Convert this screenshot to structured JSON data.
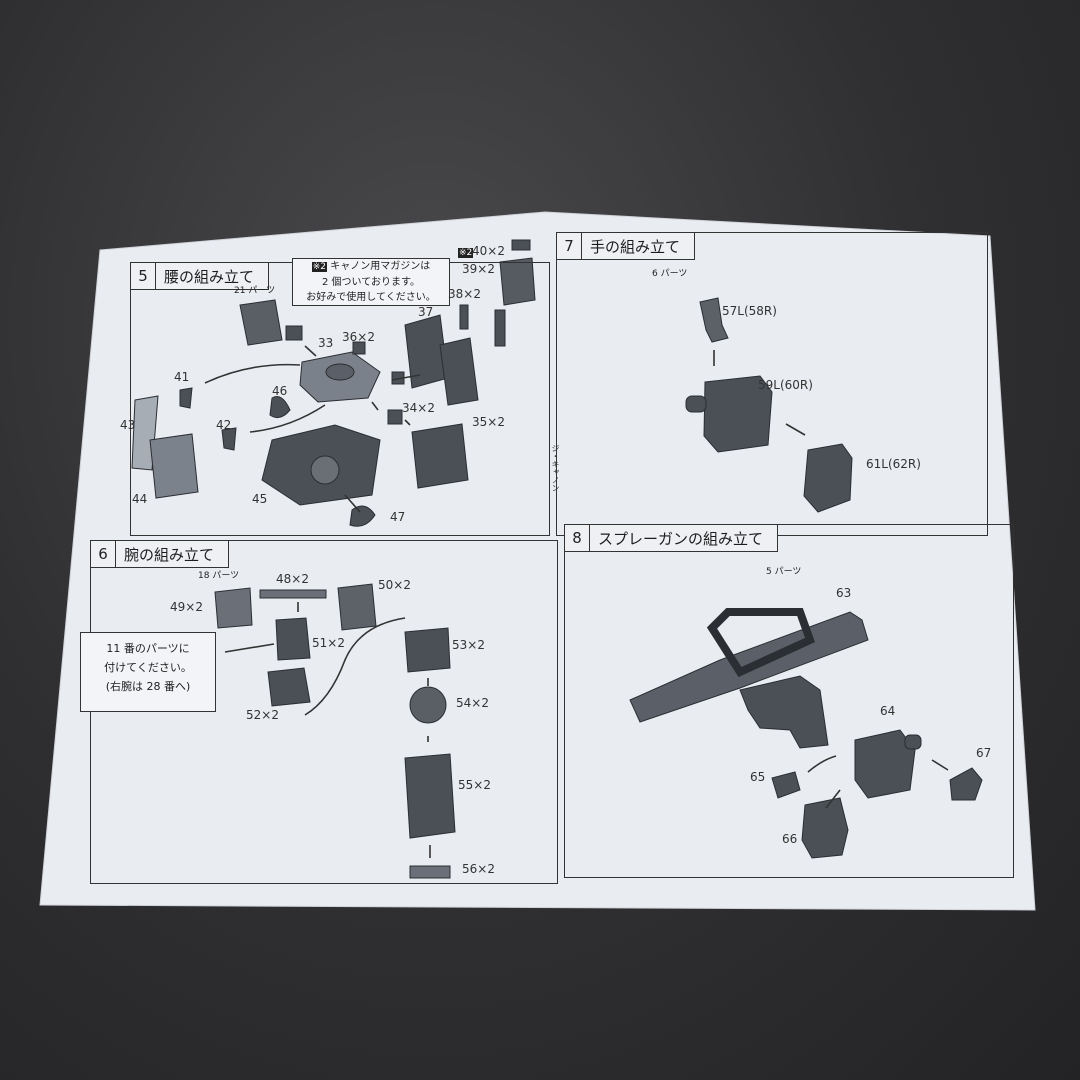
{
  "steps": [
    {
      "number": "5",
      "title": "腰の組み立て",
      "count": "21 パーツ",
      "note": {
        "mark": "※2",
        "line1": "キャノン用マガジンは",
        "line2": "2 個ついております。",
        "line3": "お好みで使用してください。"
      },
      "mark2": "※2",
      "labels": [
        "40×2",
        "39×2",
        "38×2",
        "37",
        "36×2",
        "33",
        "41",
        "46",
        "43",
        "42",
        "34×2",
        "35×2",
        "44",
        "45",
        "47"
      ],
      "vertical": "ジ・キャノン"
    },
    {
      "number": "7",
      "title": "手の組み立て",
      "count": "6 パーツ",
      "labels": [
        "57L(58R)",
        "59L(60R)",
        "61L(62R)"
      ]
    },
    {
      "number": "6",
      "title": "腕の組み立て",
      "count": "18 パーツ",
      "note": {
        "line1": "11 番のパーツに",
        "line2": "付けてください。",
        "line3": "(右腕は 28 番へ)"
      },
      "labels": [
        "48×2",
        "50×2",
        "49×2",
        "51×2",
        "53×2",
        "54×2",
        "52×2",
        "55×2",
        "56×2"
      ]
    },
    {
      "number": "8",
      "title": "スプレーガンの組み立て",
      "count": "5 パーツ",
      "labels": [
        "63",
        "64",
        "67",
        "65",
        "66"
      ]
    }
  ],
  "colors": {
    "paper": "#e9ecf1",
    "ink": "#333333",
    "part": "#4b5057",
    "part_light": "#8a9099"
  }
}
